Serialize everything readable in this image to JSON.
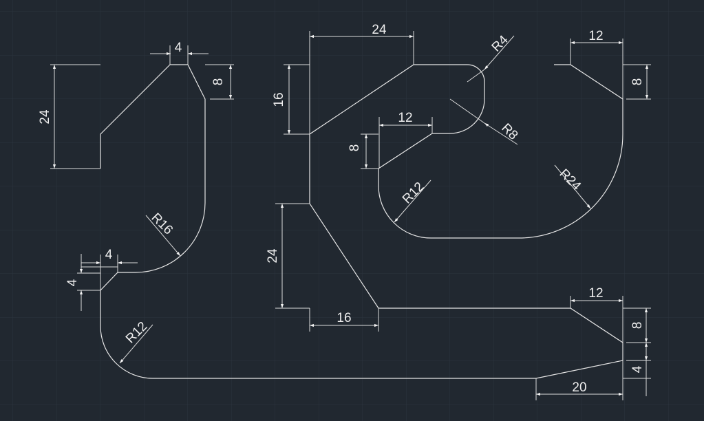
{
  "colors": {
    "background": "#212830",
    "grid": "#2c343e",
    "lines": "#e6e6e6"
  },
  "dimensions": {
    "top_left_width": "4",
    "left_height": "24",
    "top_left_right_height": "8",
    "top_width": "24",
    "r4": "R4",
    "left_mid_height": "16",
    "inner_width": "12",
    "r8": "R8",
    "inner_height": "8",
    "r12_inner": "R12",
    "r24": "R24",
    "top_right_width": "12",
    "top_right_height": "8",
    "r16": "R16",
    "notch_width": "4",
    "notch_height": "4",
    "lower_height": "24",
    "lower_width": "16",
    "r12_outer": "R12",
    "bottom_right_width": "12",
    "bottom_right_height": "8",
    "bottom_right_gap": "4",
    "bottom_width": "20"
  }
}
